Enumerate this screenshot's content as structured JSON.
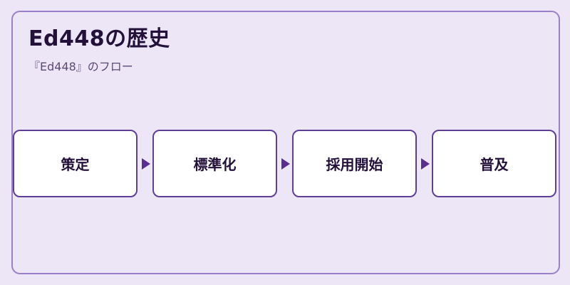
{
  "title": "Ed448の歴史",
  "subtitle": "『Ed448』のフロー",
  "steps": [
    {
      "label": "策定"
    },
    {
      "label": "標準化"
    },
    {
      "label": "採用開始"
    },
    {
      "label": "普及"
    }
  ],
  "colors": {
    "background": "#ece6f6",
    "card_border": "#9a7fcb",
    "box_border": "#5f3e96",
    "arrow": "#5a2e8f",
    "text": "#23113a"
  }
}
